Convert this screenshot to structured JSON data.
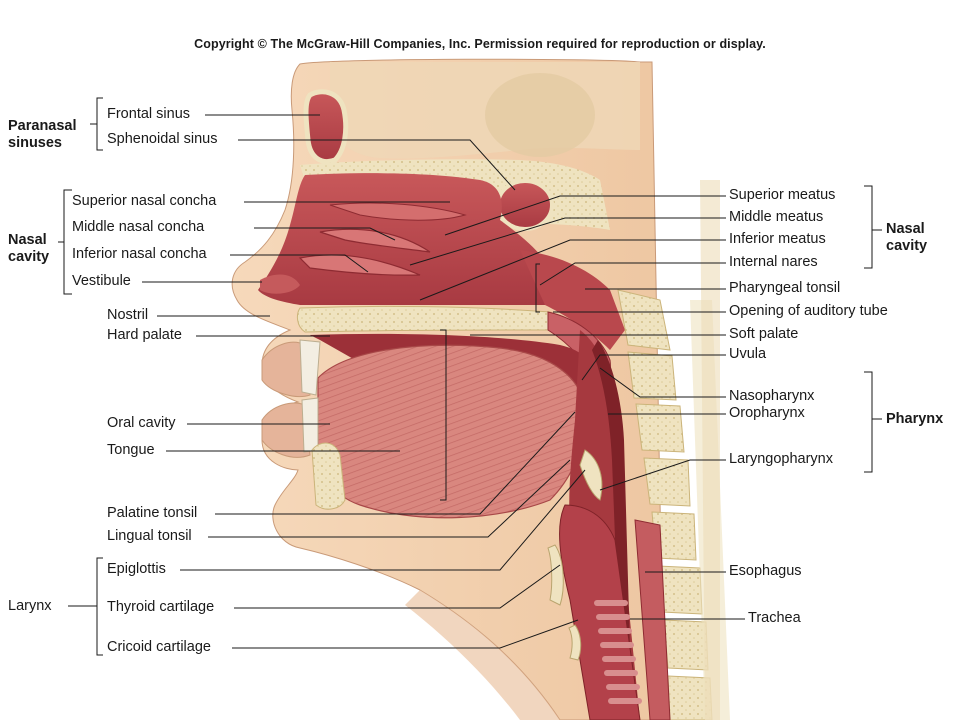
{
  "copyright": "Copyright © The McGraw-Hill Companies, Inc. Permission required for reproduction or display.",
  "groups": {
    "paranasal": [
      "Paranasal",
      "sinuses"
    ],
    "nasal_left": [
      "Nasal",
      "cavity"
    ],
    "nasal_right": [
      "Nasal",
      "cavity"
    ],
    "pharynx": "Pharynx",
    "larynx": "Larynx"
  },
  "left_labels": {
    "frontal_sinus": "Frontal sinus",
    "sphenoidal_sinus": "Sphenoidal sinus",
    "superior_nasal_concha": "Superior nasal concha",
    "middle_nasal_concha": "Middle nasal concha",
    "inferior_nasal_concha": "Inferior nasal concha",
    "vestibule": "Vestibule",
    "nostril": "Nostril",
    "hard_palate": "Hard palate",
    "oral_cavity": "Oral cavity",
    "tongue": "Tongue",
    "palatine_tonsil": "Palatine tonsil",
    "lingual_tonsil": "Lingual tonsil",
    "epiglottis": "Epiglottis",
    "thyroid_cartilage": "Thyroid cartilage",
    "cricoid_cartilage": "Cricoid cartilage"
  },
  "right_labels": {
    "superior_meatus": "Superior meatus",
    "middle_meatus": "Middle meatus",
    "inferior_meatus": "Inferior meatus",
    "internal_nares": "Internal nares",
    "pharyngeal_tonsil": "Pharyngeal tonsil",
    "opening_auditory_tube": "Opening of auditory tube",
    "soft_palate": "Soft palate",
    "uvula": "Uvula",
    "nasopharynx": "Nasopharynx",
    "oropharynx": "Oropharynx",
    "laryngopharynx": "Laryngopharynx",
    "esophagus": "Esophagus",
    "trachea": "Trachea"
  },
  "colors": {
    "skin": "#f2cfae",
    "skin_shadow": "#d9a784",
    "bone": "#efe3c0",
    "bone_dark": "#d8c690",
    "mucosa": "#b9484d",
    "mucosa_dark": "#8e2b32",
    "muscle": "#d7837d",
    "leader": "#1a1a1a"
  }
}
